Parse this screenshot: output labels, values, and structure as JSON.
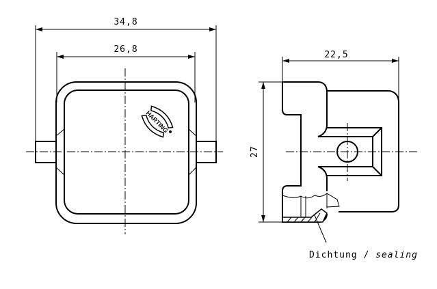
{
  "front_view": {
    "dim_overall_width": "34,8",
    "dim_body_width": "26,8",
    "logo_text": "HARTING"
  },
  "side_view": {
    "dim_depth": "22,5",
    "dim_height": "27",
    "callout_de": "Dichtung /",
    "callout_en": "sealing"
  }
}
